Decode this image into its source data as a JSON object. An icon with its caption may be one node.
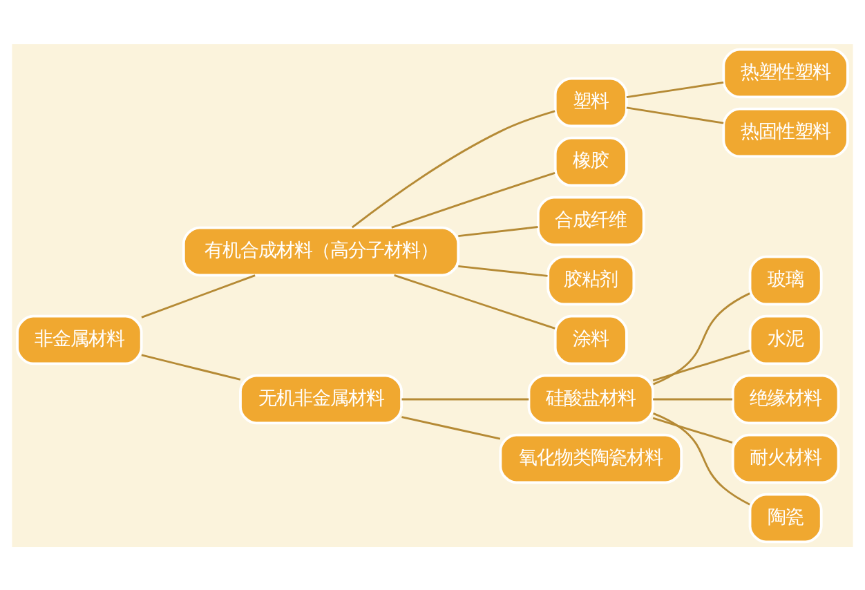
{
  "diagram": {
    "nodes": [
      {
        "text": [
          "非金属材料"
        ]
      },
      {
        "text": [
          "有机合成材料（高分子材料）"
        ]
      },
      {
        "text": [
          "无机非金属材料"
        ]
      },
      {
        "text": [
          "塑料"
        ]
      },
      {
        "text": [
          "橡胶"
        ]
      },
      {
        "text": [
          "合成纤维"
        ]
      },
      {
        "text": [
          "胶粘剂"
        ]
      },
      {
        "text": [
          "涂料"
        ]
      },
      {
        "text": [
          "热塑性塑料"
        ]
      },
      {
        "text": [
          "热固性塑料"
        ]
      },
      {
        "text": [
          "硅酸盐材料"
        ]
      },
      {
        "text": [
          "氧化物类陶瓷材料"
        ]
      },
      {
        "text": [
          "玻璃"
        ]
      },
      {
        "text": [
          "水泥"
        ]
      },
      {
        "text": [
          "绝缘材料"
        ]
      },
      {
        "text": [
          "耐火材料"
        ]
      },
      {
        "text": [
          "陶瓷"
        ]
      }
    ],
    "edges": [
      {
        "from": 0,
        "to": 1,
        "arrow": "none"
      },
      {
        "from": 0,
        "to": 2,
        "arrow": "none"
      },
      {
        "from": 1,
        "to": 3,
        "arrow": "none"
      },
      {
        "from": 1,
        "to": 4,
        "arrow": "none"
      },
      {
        "from": 1,
        "to": 5,
        "arrow": "none"
      },
      {
        "from": 1,
        "to": 6,
        "arrow": "none"
      },
      {
        "from": 1,
        "to": 7,
        "arrow": "none"
      },
      {
        "from": 3,
        "to": 8,
        "arrow": "none"
      },
      {
        "from": 3,
        "to": 9,
        "arrow": "none"
      },
      {
        "from": 2,
        "to": 10,
        "arrow": "none"
      },
      {
        "from": 2,
        "to": 11,
        "arrow": "none"
      },
      {
        "from": 10,
        "to": 12,
        "arrow": "none"
      },
      {
        "from": 10,
        "to": 13,
        "arrow": "none"
      },
      {
        "from": 10,
        "to": 14,
        "arrow": "none"
      },
      {
        "from": 10,
        "to": 15,
        "arrow": "none"
      },
      {
        "from": 10,
        "to": 16,
        "arrow": "none"
      }
    ]
  }
}
